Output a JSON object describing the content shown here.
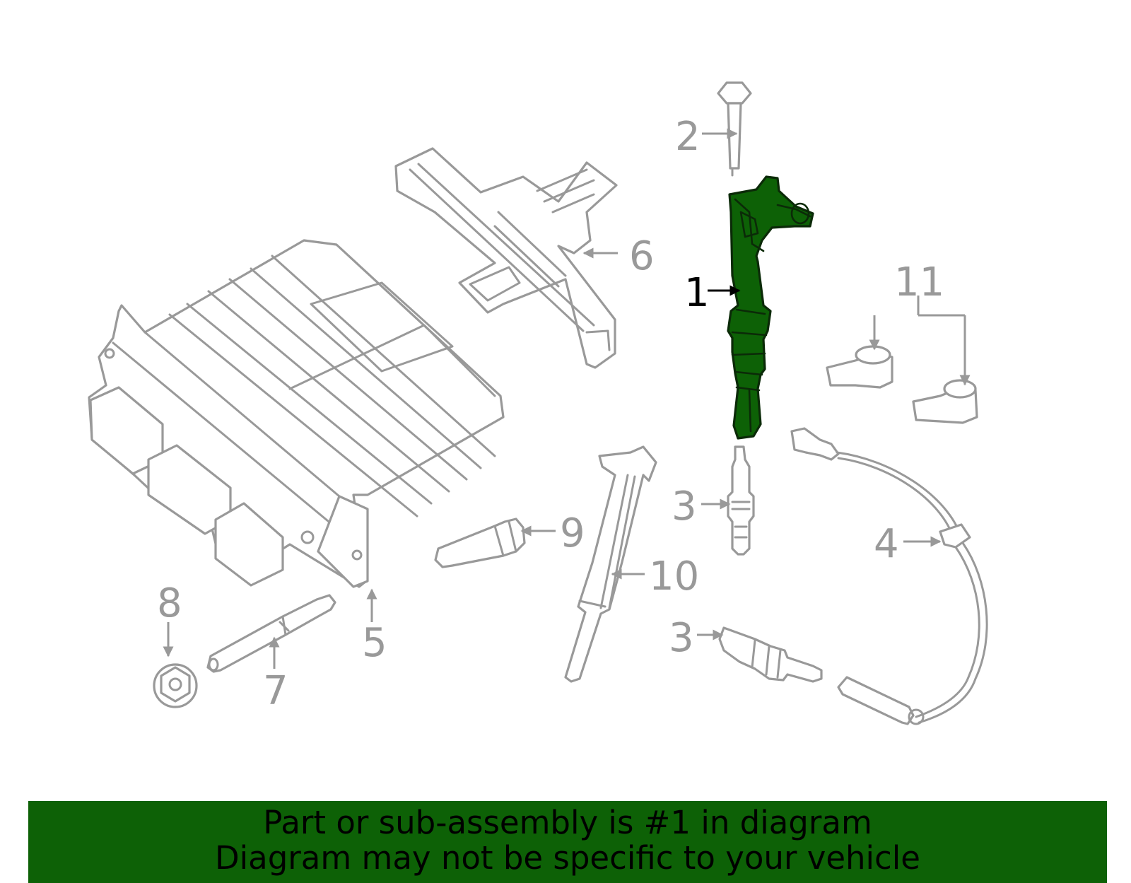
{
  "diagram": {
    "highlighted_part": "1",
    "highlight_color": "#0d6106",
    "line_color": "#999999",
    "callouts": {
      "c1": "1",
      "c2": "2",
      "c3a": "3",
      "c3b": "3",
      "c4": "4",
      "c5": "5",
      "c6": "6",
      "c7": "7",
      "c8": "8",
      "c9": "9",
      "c10": "10",
      "c11": "11"
    }
  },
  "banner": {
    "line1": "Part or sub-assembly is #1 in diagram",
    "line2": "Diagram may not be specific to your vehicle"
  }
}
